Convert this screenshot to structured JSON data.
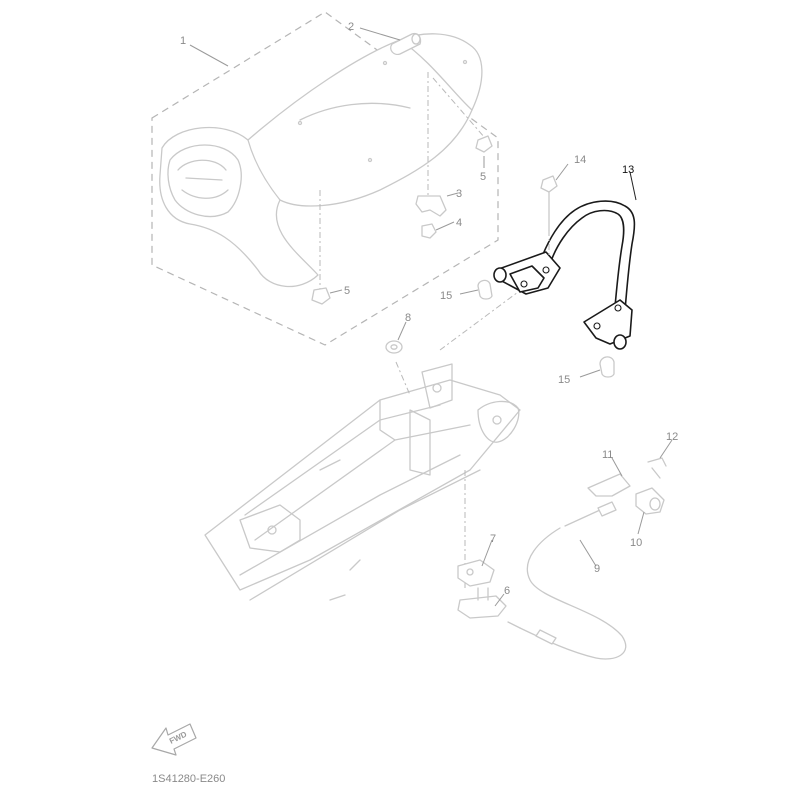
{
  "callouts": {
    "c1": "1",
    "c2": "2",
    "c3": "3",
    "c4": "4",
    "c5a": "5",
    "c5b": "5",
    "c6": "6",
    "c7": "7",
    "c8": "8",
    "c9": "9",
    "c10": "10",
    "c11": "11",
    "c12": "12",
    "c13": "13",
    "c14": "14",
    "c15a": "15",
    "c15b": "15"
  },
  "fwd_label": "FWD",
  "diagram_code": "1S41280-E260",
  "colors": {
    "ghost_line": "#c9c9c9",
    "highlight_line": "#1a1a1a",
    "callout_text": "#8a8a8a",
    "highlight_callout_text": "#111111"
  },
  "icons": {
    "fwd": "fwd-arrow-icon"
  }
}
